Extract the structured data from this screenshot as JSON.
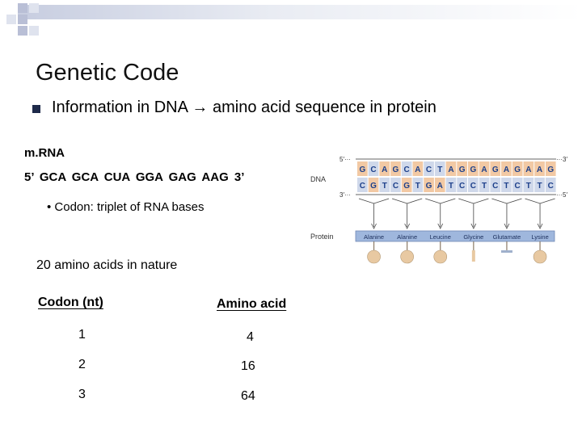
{
  "slide": {
    "title": "Genetic Code",
    "bullet": "Information in DNA → amino acid sequence in protein",
    "mrna_label": "m.RNA",
    "sequence": "5’ GCA GCA CUA GGA GAG AAG 3’",
    "codon_note": "• Codon: triplet of RNA bases",
    "aa_nature": "20 amino acids in nature"
  },
  "table": {
    "headers": [
      "Codon (nt)",
      "Amino acid"
    ],
    "rows": [
      [
        "1",
        "4"
      ],
      [
        "2",
        "16"
      ],
      [
        "3",
        "64"
      ]
    ]
  },
  "figure": {
    "dna_label": "DNA",
    "protein_label": "Protein",
    "strand_top_5": "5′···",
    "strand_top_3": "···3′",
    "strand_bottom_3": "3′···",
    "strand_bottom_5": "···5′",
    "top_bases": [
      "G",
      "C",
      "A",
      "G",
      "C",
      "A",
      "C",
      "T",
      "A",
      "G",
      "G",
      "A",
      "G",
      "A",
      "G",
      "A",
      "A",
      "G"
    ],
    "bottom_bases": [
      "C",
      "G",
      "T",
      "C",
      "G",
      "T",
      "G",
      "A",
      "T",
      "C",
      "C",
      "T",
      "C",
      "T",
      "C",
      "T",
      "T",
      "C"
    ],
    "amino_acids": [
      "Alanine",
      "Alanine",
      "Leucine",
      "Glycine",
      "Glutamate",
      "Lysine"
    ],
    "colors": {
      "purine_bg": "#f2c9a4",
      "pyrimidine_bg": "#cfd8ea",
      "base_text": "#1c3f8a",
      "protein_bar": "#9fb7dd",
      "side_chain": "#e8c9a2"
    }
  }
}
